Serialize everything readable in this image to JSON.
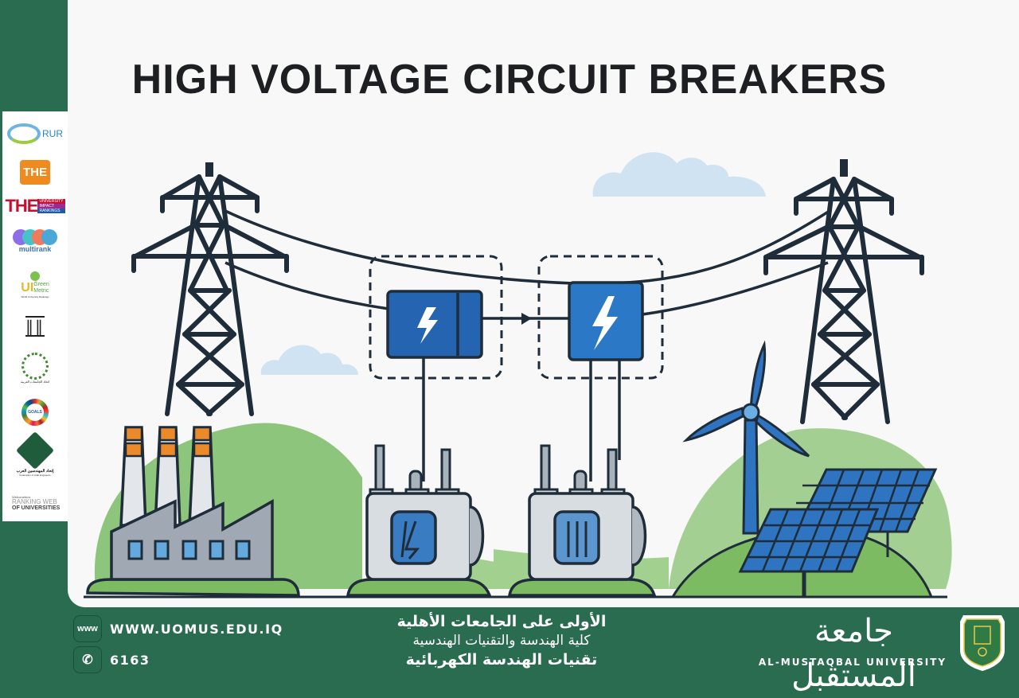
{
  "title": "HIGH VOLTAGE CIRCUIT BREAKERS",
  "colors": {
    "brand_green": "#2a6c50",
    "panel_bg": "#f8f8f8",
    "outline": "#1f2d3a",
    "breaker_blue": "#2a73c2",
    "hill_green": "#8cc57b",
    "cloud_blue": "#cfe3f2",
    "chimney_orange": "#ea8a2b"
  },
  "ranking_logos": [
    {
      "name": "RUR",
      "label": "RUR"
    },
    {
      "name": "THE",
      "label": "THE"
    },
    {
      "name": "THE Impact Rankings",
      "label": "THE",
      "sub": [
        "UNIVERSITY",
        "IMPACT",
        "RANKINGS"
      ]
    },
    {
      "name": "U-Multirank",
      "label": "multirank"
    },
    {
      "name": "UI GreenMetric",
      "label": "UI",
      "sub": [
        "Green",
        "Metric",
        "World University Rankings"
      ]
    },
    {
      "name": "Institution",
      "label": "IIII"
    },
    {
      "name": "Association of Arab Universities",
      "label": "اتحاد الجامعات العربية"
    },
    {
      "name": "Sustainable Development Goals",
      "label": "GOALS"
    },
    {
      "name": "Federation of Arab Engineers",
      "label": "إتحاد المهندسين العرب",
      "sub": [
        "Federation of Arab Engineers"
      ]
    },
    {
      "name": "Webometrics",
      "label": "RANKING WEB",
      "sub": [
        "Webometrics",
        "OF UNIVERSITIES"
      ]
    }
  ],
  "illustration": {
    "breakers": [
      {
        "symbol": "lightning"
      },
      {
        "symbol": "lightning"
      }
    ],
    "transformers": [
      {
        "symbol": "lightning"
      },
      {
        "symbol": "coil"
      }
    ],
    "elements": [
      "transmission-tower-left",
      "transmission-tower-right",
      "factory",
      "wind-turbine",
      "solar-panels",
      "clouds"
    ]
  },
  "footer": {
    "website_icon": "www",
    "website": "WWW.UOMUS.EDU.IQ",
    "phone_icon": "phone-icon",
    "phone": "6163",
    "arabic_line1": "الأولى على الجامعات الأهلية",
    "arabic_line2": "كلية الهندسة والتقنيات الهندسية",
    "arabic_line3": "تقنيات الهندسة الكهربائية",
    "university_ar": "جامعة المستقبل",
    "university_en": "AL-MUSTAQBAL UNIVERSITY"
  }
}
